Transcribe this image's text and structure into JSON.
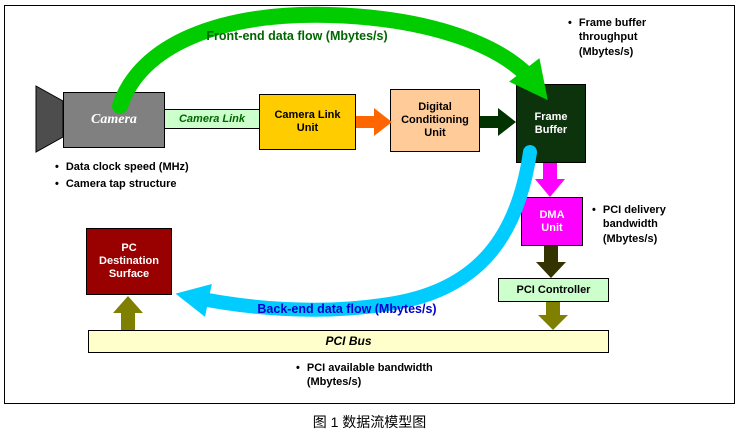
{
  "caption": "图 1  数据流模型图",
  "bullet": "•",
  "nodes": {
    "camera": "Camera",
    "camera_link": "Camera Link",
    "camera_link_unit": "Camera Link\nUnit",
    "digital_conditioning_unit": "Digital\nConditioning\nUnit",
    "frame_buffer": "Frame\nBuffer",
    "dma_unit": "DMA\nUnit",
    "pci_controller": "PCI Controller",
    "pci_bus": "PCI Bus",
    "pc_destination_surface": "PC\nDestination\nSurface"
  },
  "flows": {
    "front_end": "Front-end data flow (Mbytes/s)",
    "back_end": "Back-end data flow (Mbytes/s)"
  },
  "annotations": {
    "frame_buffer_throughput": [
      "Frame buffer\nthroughput\n(Mbytes/s)"
    ],
    "camera": [
      "Data clock speed (MHz)",
      "Camera tap structure"
    ],
    "pci_delivery": [
      "PCI delivery\nbandwidth\n(Mbytes/s)"
    ],
    "pci_available": [
      "PCI available bandwidth\n(Mbytes/s)"
    ]
  },
  "colors": {
    "camera_box": "#808080",
    "camera_lens": "#4d4d4d",
    "camera_link_bar": "#ccffcc",
    "camera_link_unit": "#ffcc00",
    "digital_conditioning_unit": "#ffcc99",
    "frame_buffer": "#0d330d",
    "dma_unit": "#ff00ff",
    "pci_controller": "#ccffcc",
    "pci_bus": "#ffffcc",
    "pc_destination_surface": "#990000",
    "front_end_arrow": "#00cc00",
    "front_end_label": "#006600",
    "back_end_arrow": "#00ccff",
    "back_end_label": "#0000cc",
    "orange_arrow": "#ff6600",
    "dark_green_arrow": "#003300",
    "magenta_arrow": "#ff00ff",
    "olive_arrow": "#808000"
  }
}
